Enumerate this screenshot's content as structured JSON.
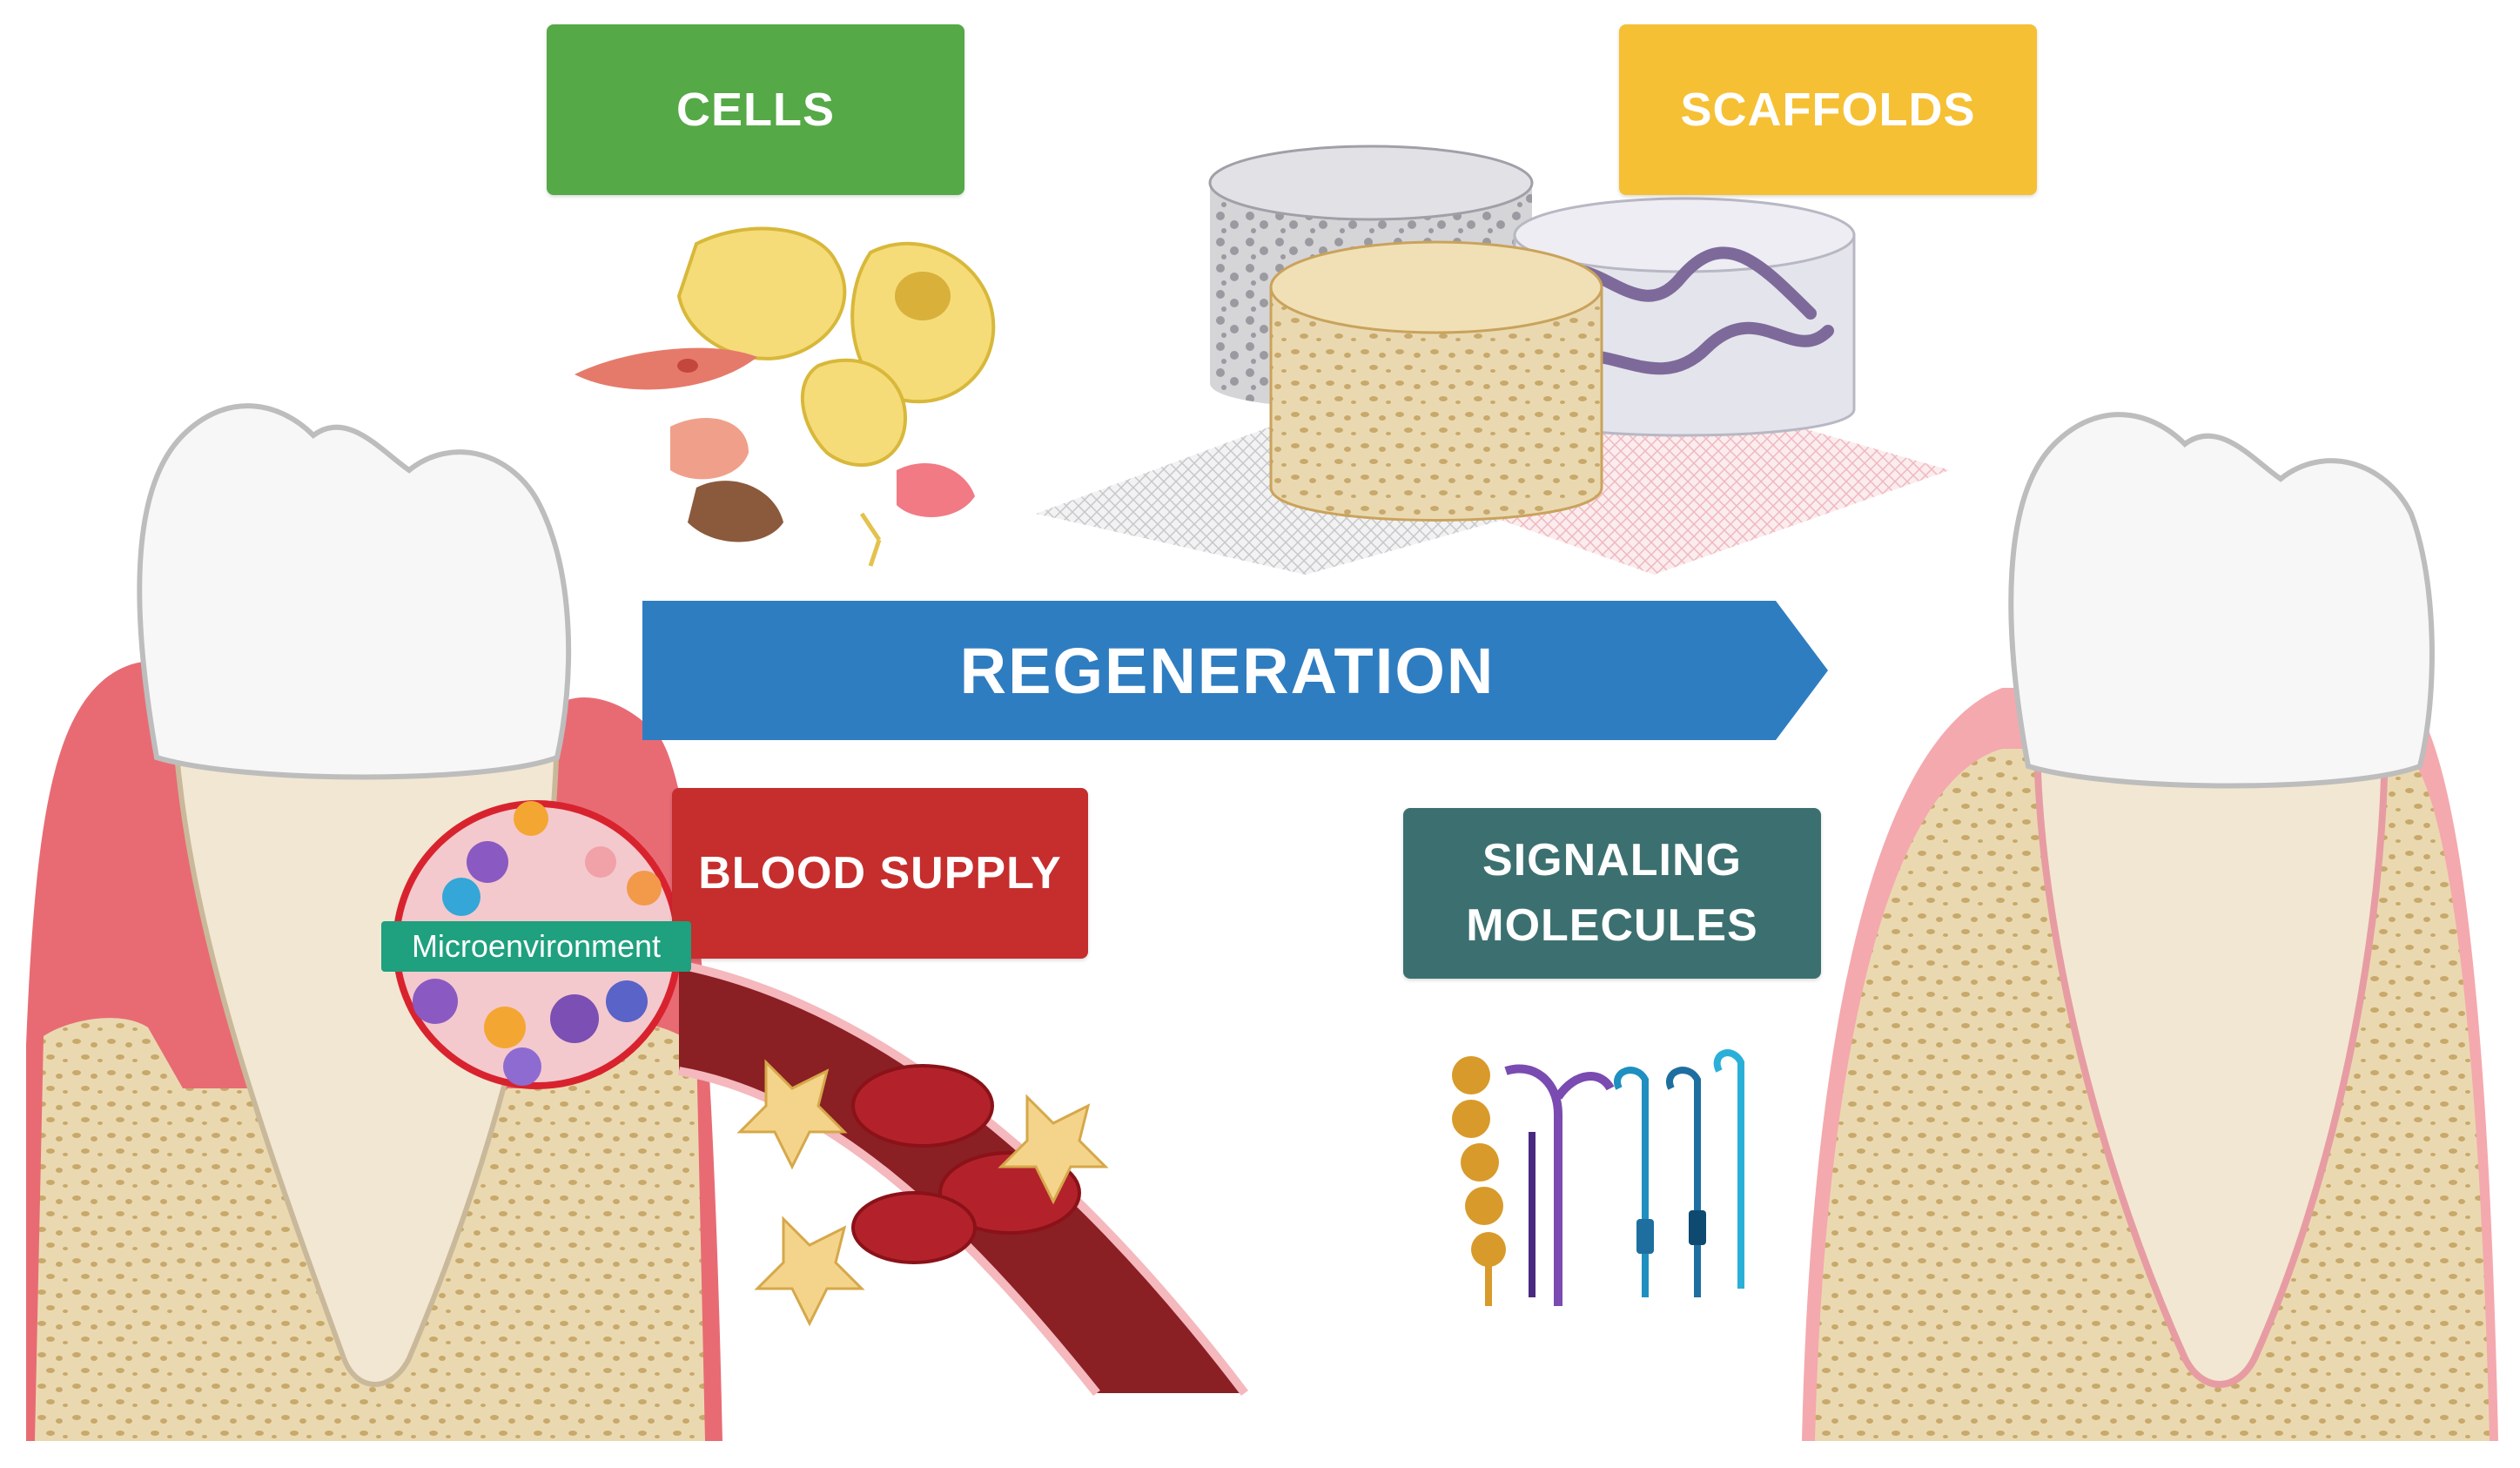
{
  "labels": {
    "cells": "CELLS",
    "scaffolds": "SCAFFOLDS",
    "regeneration": "REGENERATION",
    "blood_supply": "BLOOD SUPPLY",
    "signaling_line1": "SIGNALING",
    "signaling_line2": "MOLECULES",
    "microenvironment": "Microenvironment"
  },
  "colors": {
    "cells": "#55a946",
    "scaffolds": "#f6c034",
    "regeneration": "#2f7dc1",
    "blood_supply": "#c62d2d",
    "signaling": "#3c7070",
    "microenvironment": "#1fa07f",
    "gum": "#e86b74",
    "bone": "#ecdcb6",
    "enamel": "#f7f7f7"
  }
}
